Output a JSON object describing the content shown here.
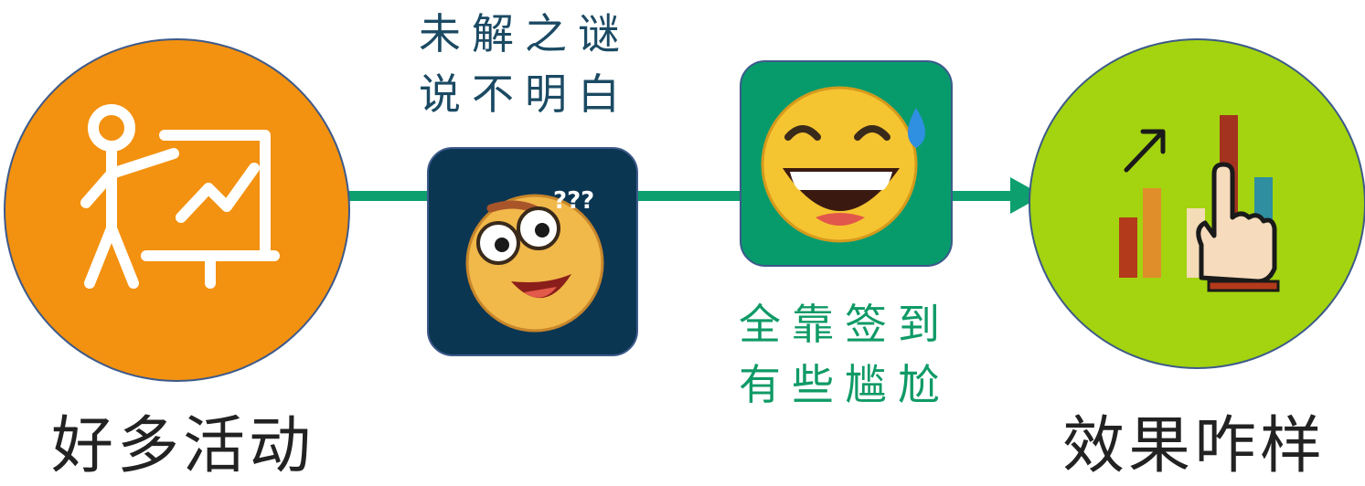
{
  "flow": {
    "start_label": "好多活动",
    "end_label": "效果咋样",
    "note_top": [
      "未解之谜",
      "说不明白"
    ],
    "note_bottom": [
      "全靠签到",
      "有些尴尬"
    ]
  },
  "icons": {
    "start": "presentation-teacher-icon",
    "confused": "confused-face-emoji",
    "sweat": "grinning-sweat-emoji",
    "end": "growth-chart-hand-icon"
  },
  "colors": {
    "line": "#0d9f6e",
    "start_circle": "#f39110",
    "end_circle": "#a3d40f",
    "confused_tile": "#0b3652",
    "sweat_tile": "#079b6c",
    "note_top": "#1b4a63",
    "note_bottom": "#0f9a66"
  }
}
